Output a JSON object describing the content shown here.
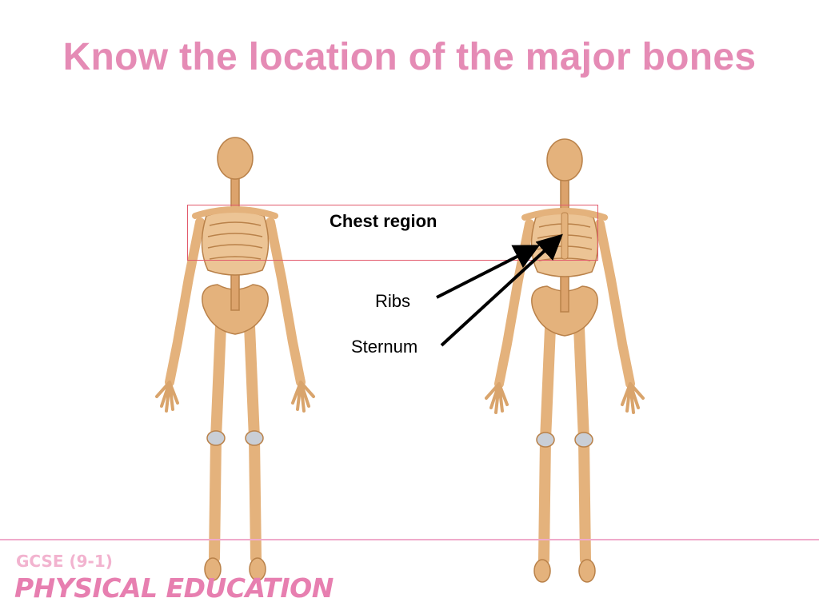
{
  "slide": {
    "title": "Know the location of the major bones"
  },
  "diagram": {
    "region_label": "Chest region",
    "labels": {
      "ribs": "Ribs",
      "sternum": "Sternum"
    },
    "colors": {
      "bone": "#e4b27c",
      "bone_outline": "#b98149",
      "cartilage": "#c9ced6",
      "region_box": "#e25a6c",
      "arrow": "#000000"
    }
  },
  "footer": {
    "subtitle": "GCSE (9-1)",
    "main": "PHYSICAL EDUCATION",
    "colors": {
      "line": "#f0aacb",
      "subtitle": "#f2b3cf",
      "main": "#e77fb0"
    }
  }
}
